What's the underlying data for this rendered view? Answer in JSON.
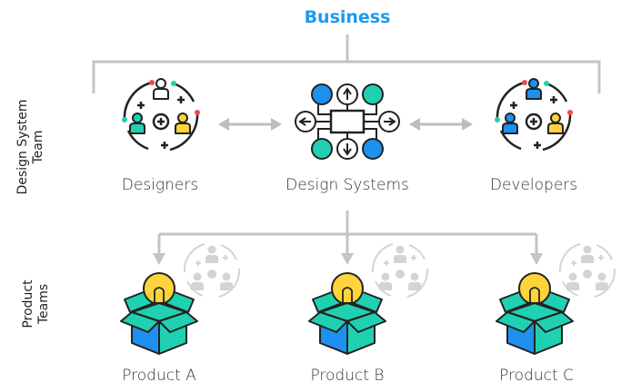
{
  "title": "Business",
  "left_labels": {
    "top_line1": "Design System",
    "top_line2": "Team",
    "bottom_line1": "Product",
    "bottom_line2": "Teams"
  },
  "top_nodes": {
    "designers": "Designers",
    "design_systems": "Design Systems",
    "developers": "Developers"
  },
  "products": [
    "Product A",
    "Product B",
    "Product C"
  ],
  "colors": {
    "accent": "#1a9bf0",
    "teal": "#1fd1b0",
    "yellow": "#ffd43b",
    "blue": "#1e90f0",
    "red": "#f0494b",
    "line": "#c4c4c4",
    "icon_gray": "#d4d4d4"
  },
  "icons": [
    "team-cycle-icon",
    "component-hub-icon",
    "lightbulb-box-icon"
  ]
}
